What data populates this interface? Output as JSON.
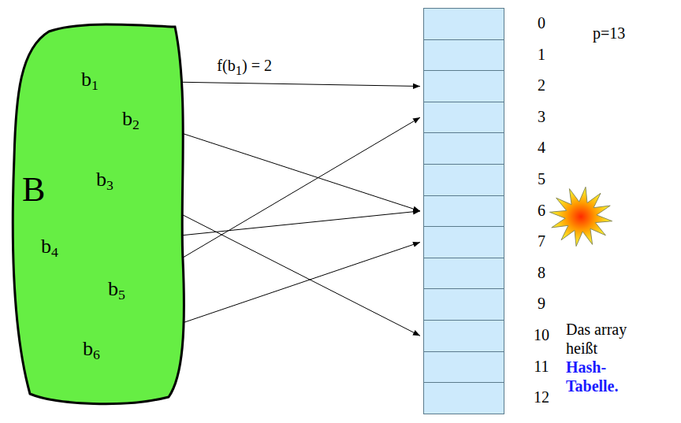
{
  "diagram": {
    "nodes": [
      {
        "text": [
          "B"
        ]
      },
      {
        "text": [
          "b1"
        ],
        "in": 0
      },
      {
        "text": [
          "b2"
        ],
        "in": 0
      },
      {
        "text": [
          "b3"
        ],
        "in": 0
      },
      {
        "text": [
          "b4"
        ],
        "in": 0
      },
      {
        "text": [
          "b5"
        ],
        "in": 0
      },
      {
        "text": [
          "b6"
        ],
        "in": 0
      },
      {
        "text": [
          "0"
        ]
      },
      {
        "text": [
          "1"
        ]
      },
      {
        "text": [
          "2"
        ]
      },
      {
        "text": [
          "3"
        ]
      },
      {
        "text": [
          "4"
        ]
      },
      {
        "text": [
          "5"
        ]
      },
      {
        "text": [
          "6"
        ]
      },
      {
        "text": [
          "7"
        ]
      },
      {
        "text": [
          "8"
        ]
      },
      {
        "text": [
          "9"
        ]
      },
      {
        "text": [
          "10"
        ]
      },
      {
        "text": [
          "11"
        ]
      },
      {
        "text": [
          "12"
        ]
      }
    ],
    "edges": [
      {
        "from": 1,
        "to": 9,
        "arrow": "to",
        "label": "f(b1) = 2"
      },
      {
        "from": 2,
        "to": 13,
        "arrow": "to"
      },
      {
        "from": 3,
        "to": 17,
        "arrow": "to"
      },
      {
        "from": 4,
        "to": 13,
        "arrow": "to"
      },
      {
        "from": 5,
        "to": 10,
        "arrow": "to"
      },
      {
        "from": 6,
        "to": 14,
        "arrow": "to"
      }
    ],
    "labels": [
      "p=13",
      "Das array heißt",
      "Hash-Tabelle."
    ]
  }
}
